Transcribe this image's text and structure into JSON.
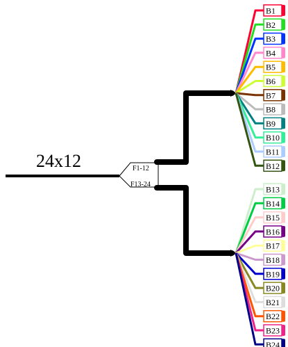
{
  "cable": {
    "label": "24x12",
    "color": "#000000"
  },
  "fanout": {
    "upper_label": "F1-12",
    "lower_label": "F13-24"
  },
  "groups": [
    {
      "branches": [
        {
          "label": "B1",
          "color": "#ff0033"
        },
        {
          "label": "B2",
          "color": "#22dd22"
        },
        {
          "label": "B3",
          "color": "#0033ff"
        },
        {
          "label": "B4",
          "color": "#ff88cc"
        },
        {
          "label": "B5",
          "color": "#ffbb00"
        },
        {
          "label": "B6",
          "color": "#ccff33"
        },
        {
          "label": "B7",
          "color": "#7a3300"
        },
        {
          "label": "B8",
          "color": "#bbbbbb"
        },
        {
          "label": "B9",
          "color": "#008080"
        },
        {
          "label": "B10",
          "color": "#33ee99"
        },
        {
          "label": "B11",
          "color": "#aaccff"
        },
        {
          "label": "B12",
          "color": "#335511"
        }
      ]
    },
    {
      "branches": [
        {
          "label": "B13",
          "color": "#cceecc"
        },
        {
          "label": "B14",
          "color": "#00cc44"
        },
        {
          "label": "B15",
          "color": "#ffcccc"
        },
        {
          "label": "B16",
          "color": "#770088"
        },
        {
          "label": "B17",
          "color": "#ffff99"
        },
        {
          "label": "B18",
          "color": "#cc99cc"
        },
        {
          "label": "B19",
          "color": "#0000cc"
        },
        {
          "label": "B20",
          "color": "#888822"
        },
        {
          "label": "B21",
          "color": "#dddddd"
        },
        {
          "label": "B22",
          "color": "#ff5500"
        },
        {
          "label": "B23",
          "color": "#ee2288"
        },
        {
          "label": "B24",
          "color": "#000088"
        }
      ]
    }
  ]
}
